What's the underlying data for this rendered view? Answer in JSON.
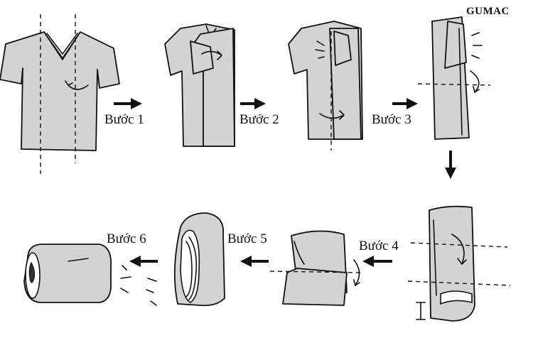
{
  "brand": "GUMAC",
  "steps": [
    {
      "label": "Bước 1"
    },
    {
      "label": "Bước 2"
    },
    {
      "label": "Bước 3"
    },
    {
      "label": "Bước 4"
    },
    {
      "label": "Bước 5"
    },
    {
      "label": "Bước 6"
    }
  ],
  "colors": {
    "fabric": "#d3d3d3",
    "ink": "#111111"
  }
}
